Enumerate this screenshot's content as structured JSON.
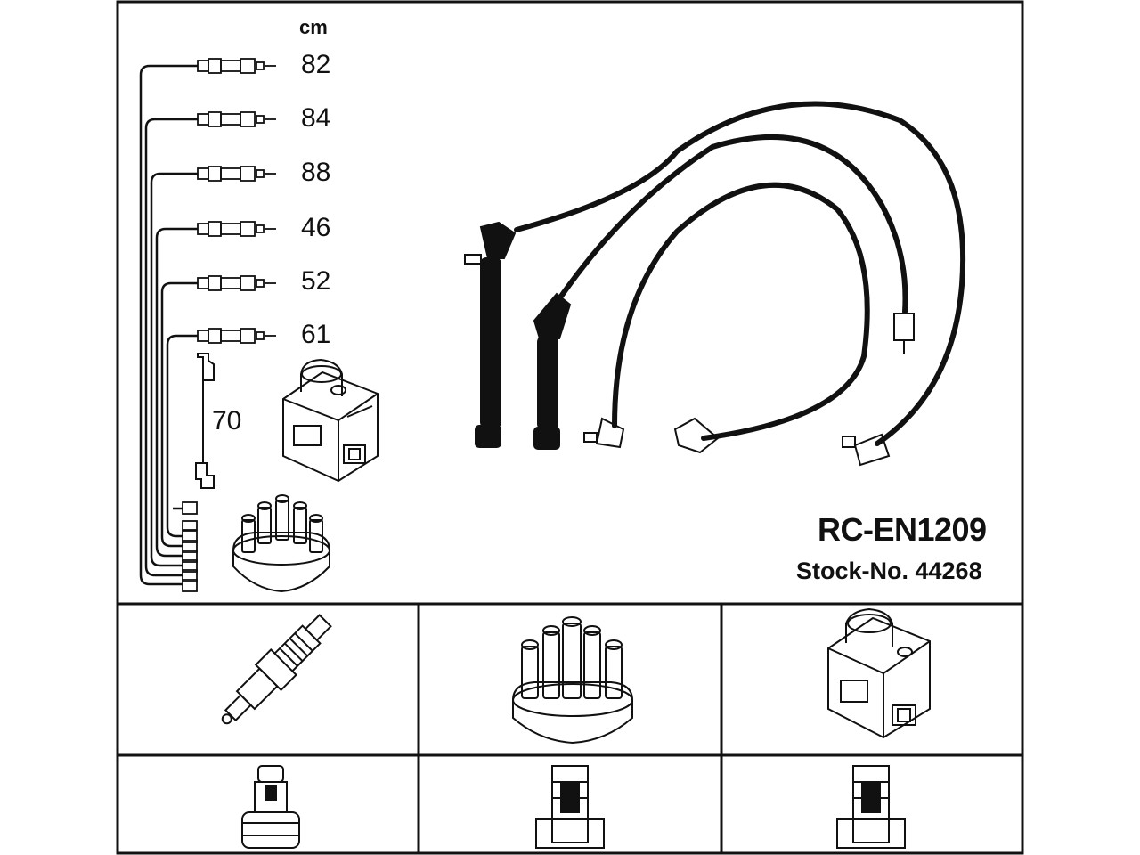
{
  "unit": "cm",
  "lengths": [
    "82",
    "84",
    "88",
    "46",
    "52",
    "61",
    "70"
  ],
  "product": {
    "code": "RC-EN1209",
    "stock": "Stock-No. 44268"
  },
  "components": {
    "plug": "spark-plug",
    "cap": "distributor-cap",
    "coil": "ignition-coil"
  }
}
